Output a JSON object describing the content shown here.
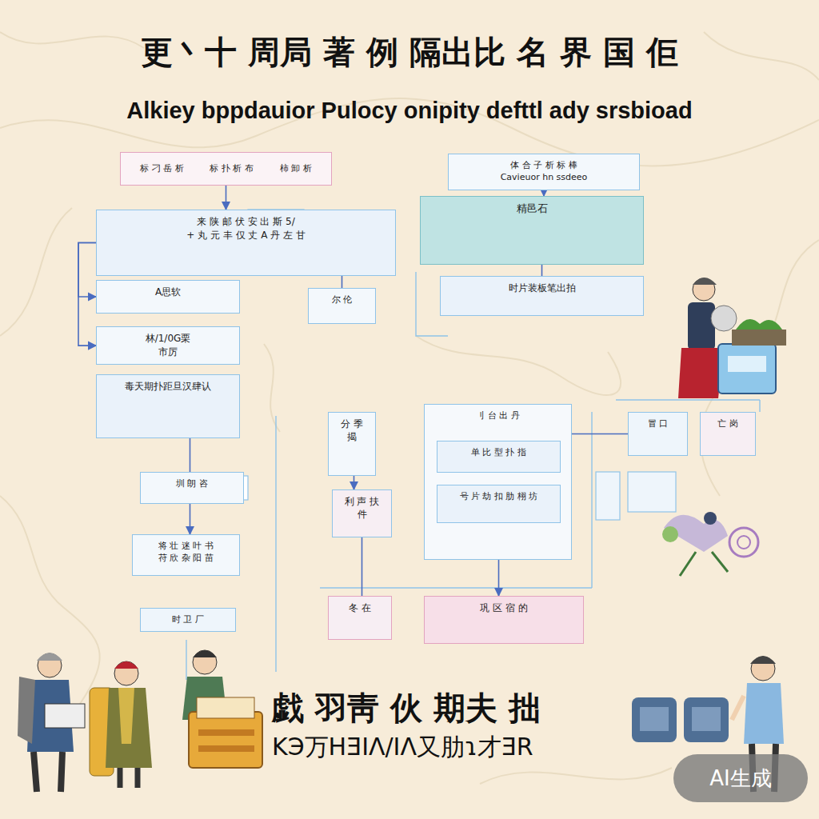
{
  "diagram": {
    "title": "更丶十 周局 著 例 隔出比 名 界 国 佢",
    "nodes": [
      {
        "text": [
          "标 刁 岳 析",
          "标 扑 析 布",
          "柿 卸 析"
        ]
      },
      {
        "text": [
          "体 合 子 析 标 棒",
          "Cavieuor hn ssdeeo"
        ]
      },
      {
        "text": [
          "来 陕 邮 伏 安 出 斯 5/",
          "+ 丸 元 丰 仅 丈 A 丹 左 甘"
        ]
      },
      {
        "text": [
          "A思软"
        ]
      },
      {
        "text": [
          "林/1/0G栗",
          "市厉"
        ]
      },
      {
        "text": [
          "毒天期扑距旦汉肆认"
        ]
      },
      {
        "text": [
          "精邑石"
        ]
      },
      {
        "text": [
          "时片装板笔出拍"
        ]
      },
      {
        "text": [
          "尔 伦"
        ]
      },
      {
        "text": [
          "圳 朗 咨"
        ]
      },
      {
        "text": [
          "将 壮 迷 叶 书",
          "苻 欣 杂 阳 苗"
        ]
      },
      {
        "text": [
          "分 季 揭"
        ]
      },
      {
        "text": [
          "利 声 扶 件"
        ]
      },
      {
        "text": [
          "刂 台 出 丹"
        ]
      },
      {
        "text": [
          "单 比 型 扑 指"
        ],
        "in": 13
      },
      {
        "text": [
          "号 片 劫 扣 肋 栩 坊"
        ],
        "in": 13
      },
      {
        "text": [
          "冒 口"
        ]
      },
      {
        "text": [
          "亡 岗"
        ]
      },
      {
        "text": [
          "冬 在"
        ]
      },
      {
        "text": [
          "巩 区 宿 的"
        ]
      },
      {
        "text": [
          "时 卫 厂"
        ]
      }
    ],
    "edges": [
      {
        "from": 0,
        "to": 2,
        "arrow": "to"
      },
      {
        "from": 1,
        "to": 6,
        "arrow": "to"
      },
      {
        "from": 2,
        "to": 3,
        "arrow": "to"
      },
      {
        "from": 2,
        "to": 4,
        "arrow": "to"
      },
      {
        "from": 2,
        "to": 8,
        "arrow": "none"
      },
      {
        "from": 6,
        "to": 7,
        "arrow": "none"
      },
      {
        "from": 5,
        "to": 9,
        "arrow": "none"
      },
      {
        "from": 9,
        "to": 10,
        "arrow": "to"
      },
      {
        "from": 11,
        "to": 12,
        "arrow": "to"
      },
      {
        "from": 12,
        "to": 18,
        "arrow": "none"
      },
      {
        "from": 15,
        "to": 19,
        "arrow": "to"
      },
      {
        "from": 13,
        "to": 16,
        "arrow": "none"
      }
    ],
    "labels": [
      "Alkiey bppdauior Pulocy onipity defttl ady srsbioad",
      "戯 羽靑 伙 期夫 拙",
      "KЭ万HƎIΛ/IΛ又肋ɿ才ƎR",
      "AI生成"
    ]
  }
}
